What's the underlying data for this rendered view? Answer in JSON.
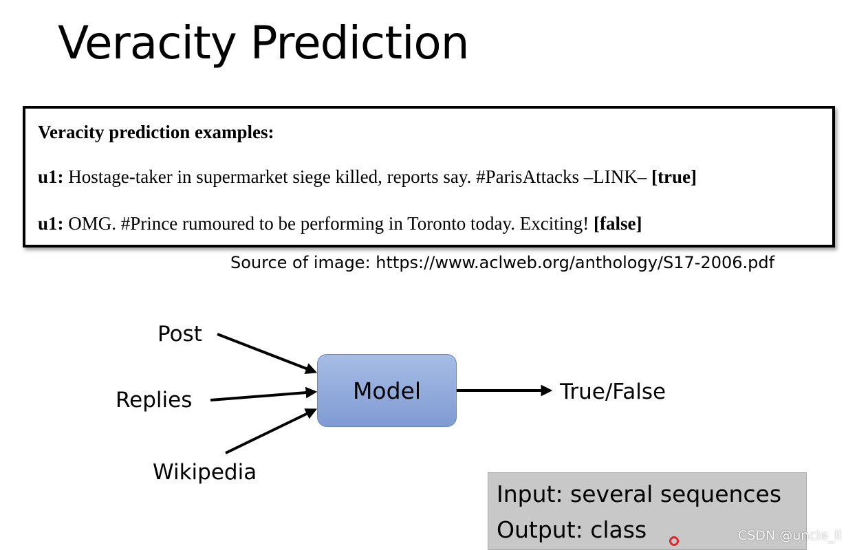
{
  "title": "Veracity Prediction",
  "examples": {
    "heading": "Veracity prediction examples:",
    "items": [
      {
        "speaker": "u1:",
        "text": "Hostage-taker in supermarket siege killed, reports say. #ParisAttacks –LINK–",
        "label": "[true]"
      },
      {
        "speaker": "u1:",
        "text": "OMG. #Prince rumoured to be performing in Toronto today. Exciting!",
        "label": "[false]"
      }
    ]
  },
  "source": "Source of image: https://www.aclweb.org/anthology/S17-2006.pdf",
  "diagram": {
    "inputs": [
      "Post",
      "Replies",
      "Wikipedia"
    ],
    "model": "Model",
    "output": "True/False",
    "model_color": "#8fa9dc"
  },
  "io_summary": {
    "input": "Input: several sequences",
    "output": "Output: class"
  },
  "watermark": "CSDN @uncle_ll"
}
